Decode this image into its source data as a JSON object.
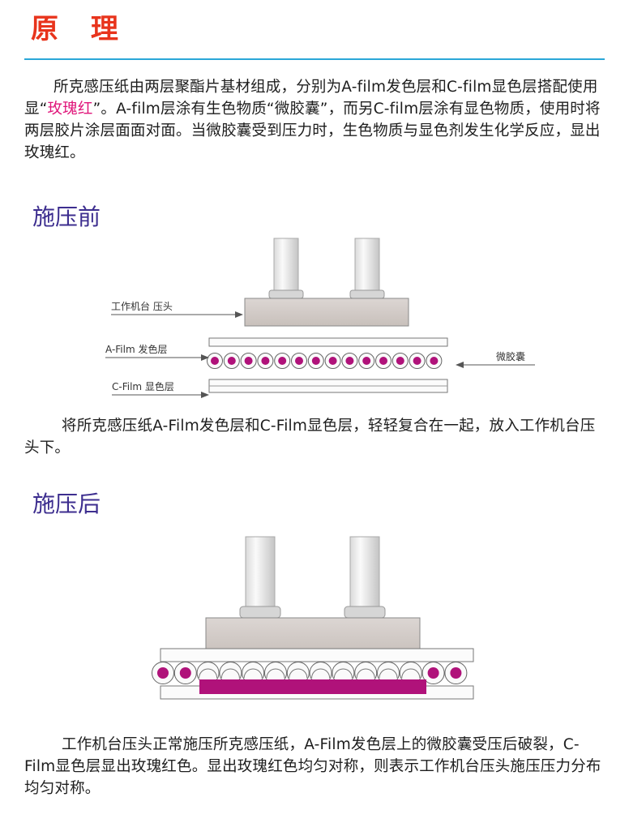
{
  "heading": "原 理",
  "intro": {
    "before_hl": "所克感压纸由两层聚酯片基材组成，分别为A-film发色层和C-film显色层搭配使用显“",
    "highlight": "玫瑰红",
    "after_hl": "”。A-film层涂有生色物质“微胶囊”，而另C-film层涂有显色物质，使用时将两层胶片涂层面面对面。当微胶囊受到压力时，生色物质与显色剂发生化学反应，显出玫瑰红。"
  },
  "before": {
    "title": "施压前",
    "labels": {
      "press_head": "工作机台 压头",
      "a_film": "A-Film 发色层",
      "microcapsule": "微胶囊",
      "c_film": "C-Film   显色层"
    },
    "caption": "将所克感压纸A-Film发色层和C-Film显色层，轻轻复合在一起，放入工作机台压头下。"
  },
  "after": {
    "title": "施压后",
    "caption": "工作机台压头正常施压所克感压纸，A-Film发色层上的微胶囊受压后破裂，C-Film显色层显出玫瑰红色。显出玫瑰红色均匀对称，则表示工作机台压头施压压力分布均匀对称。"
  },
  "colors": {
    "title_red": "#e8341c",
    "rule_blue": "#2aa7d8",
    "subtitle_purple": "#3d2e8f",
    "rose_red": "#b0127a"
  }
}
